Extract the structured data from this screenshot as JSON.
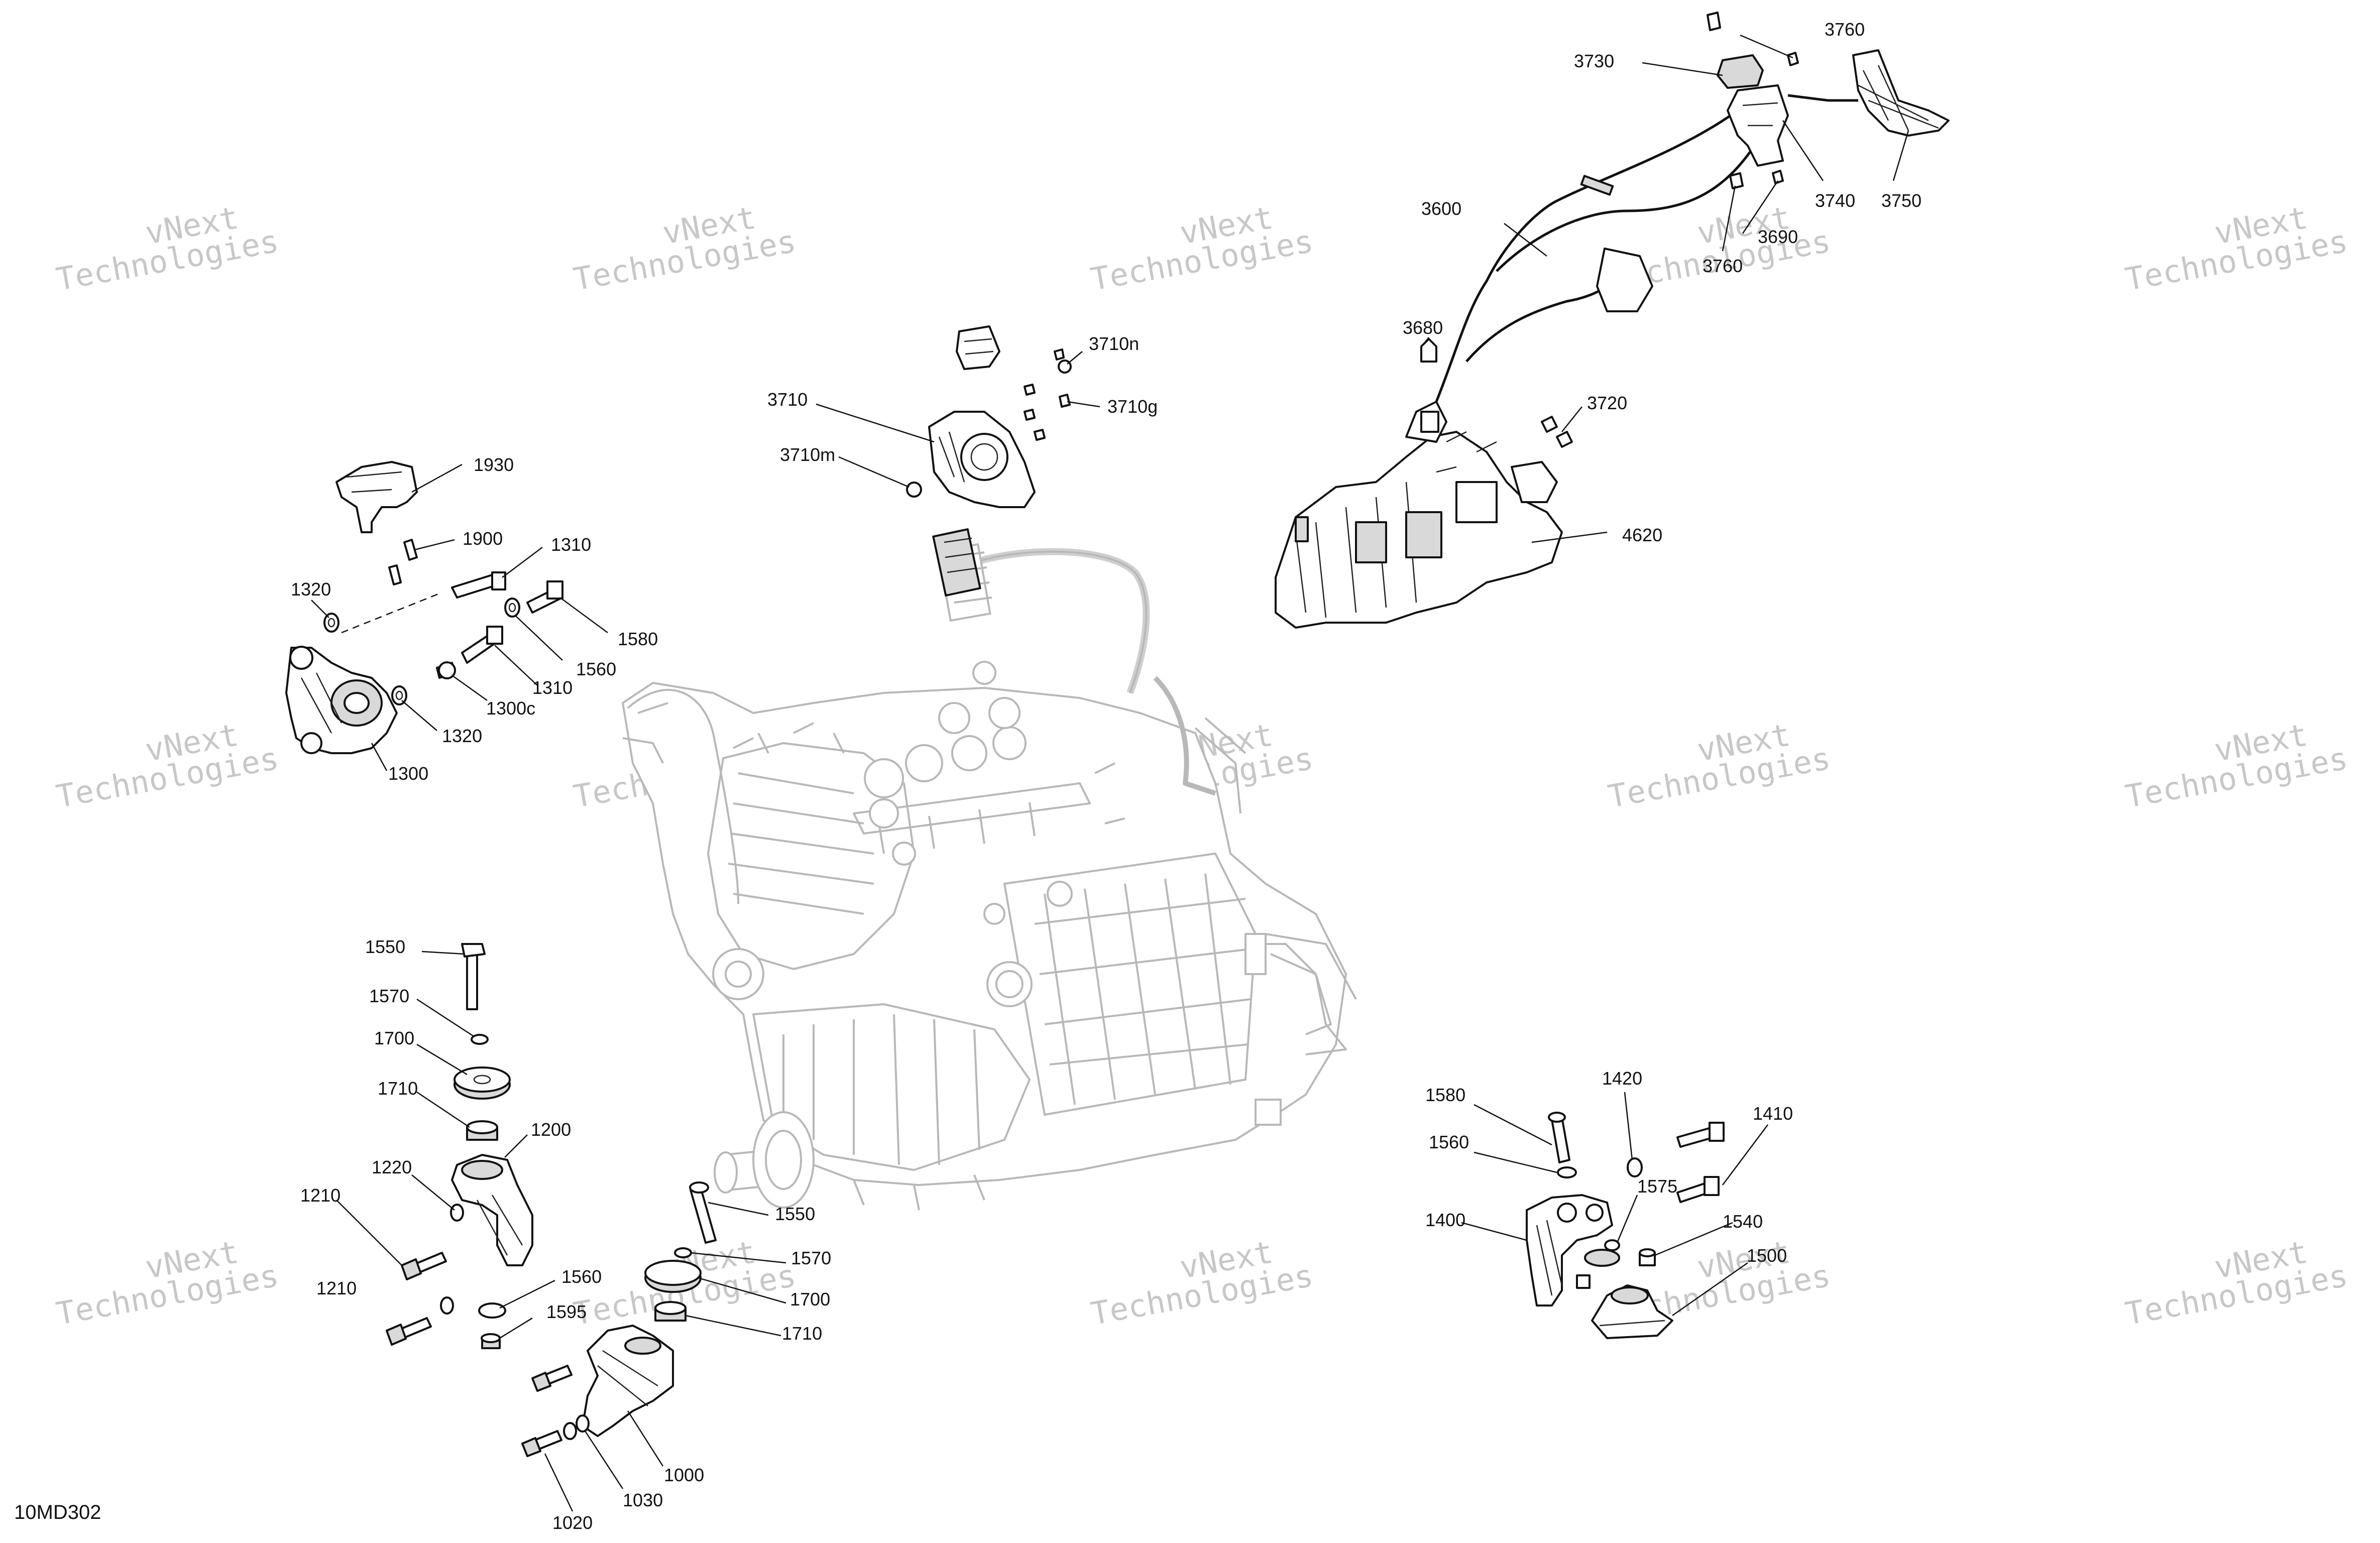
{
  "diagram_ref": "10MD302",
  "watermark_text": [
    "vNext",
    "Technologies"
  ],
  "callouts": {
    "c3760a": "3760",
    "c3730": "3730",
    "c3740": "3740",
    "c3750": "3750",
    "c3600": "3600",
    "c3690": "3690",
    "c3760b": "3760",
    "c3680": "3680",
    "c3720": "3720",
    "c4620": "4620",
    "c3710n": "3710n",
    "c3710": "3710",
    "c3710g": "3710g",
    "c3710m": "3710m",
    "c1930": "1930",
    "c1900": "1900",
    "c1310a": "1310",
    "c1320a": "1320",
    "c1580a": "1580",
    "c1560a": "1560",
    "c1310b": "1310",
    "c1300c": "1300c",
    "c1320b": "1320",
    "c1300": "1300",
    "c1550a": "1550",
    "c1570a": "1570",
    "c1700a": "1700",
    "c1710a": "1710",
    "c1200": "1200",
    "c1220": "1220",
    "c1210a": "1210",
    "c1210b": "1210",
    "c1560b": "1560",
    "c1595": "1595",
    "c1550b": "1550",
    "c1570b": "1570",
    "c1700b": "1700",
    "c1710b": "1710",
    "c1000": "1000",
    "c1030": "1030",
    "c1020": "1020",
    "c1580b": "1580",
    "c1420": "1420",
    "c1410": "1410",
    "c1560c": "1560",
    "c1575": "1575",
    "c1400": "1400",
    "c1540": "1540",
    "c1500": "1500"
  }
}
